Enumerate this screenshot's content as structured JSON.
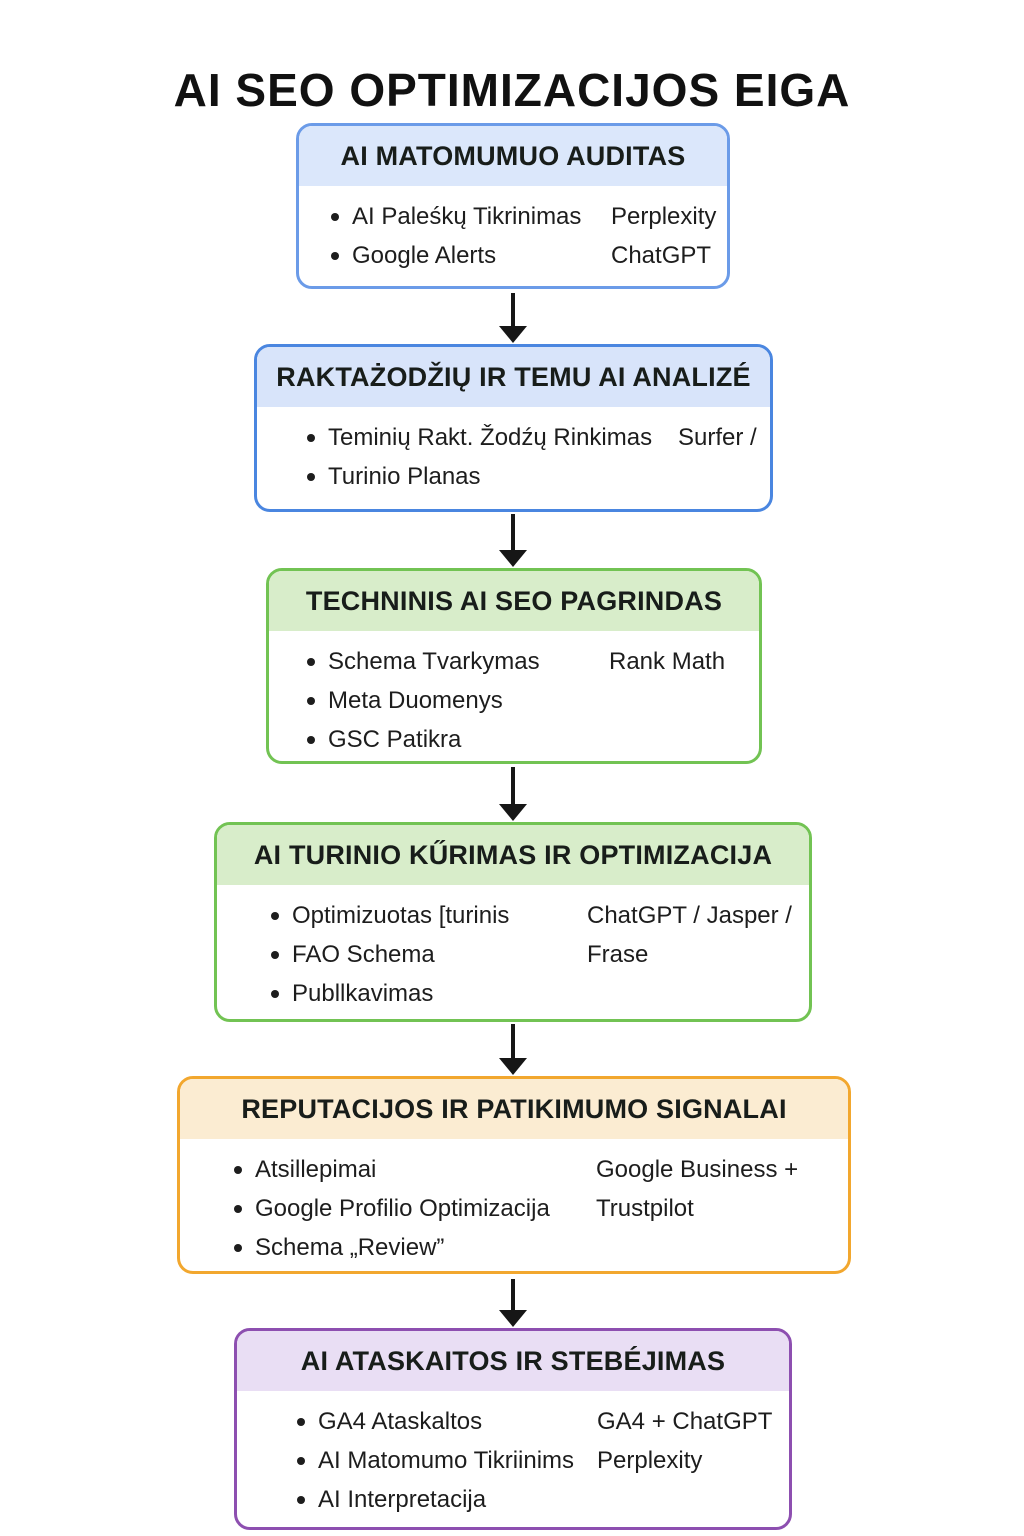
{
  "page": {
    "title": "AI SEO OPTIMIZACIJOS EIGA"
  },
  "colors": {
    "step1_border": "#6b9be8",
    "step1_header_bg": "#dbe7fb",
    "step2_border": "#4a86e0",
    "step2_header_bg": "#d8e4fa",
    "step3_border": "#72c353",
    "step3_header_bg": "#d8edca",
    "step4_border": "#72c353",
    "step4_header_bg": "#d8edca",
    "step5_border": "#f2a72e",
    "step5_header_bg": "#fbecd2",
    "step6_border": "#8d4fb0",
    "step6_header_bg": "#e9def4",
    "arrow": "#161616",
    "text": "#1d1d1d"
  },
  "steps": [
    {
      "title": "AI MATOMUMUO AUDITAS",
      "bullets": [
        "AI Paleśkų Tikrinimas",
        "Google Alerts"
      ],
      "tools": [
        "Perplexity",
        "ChatGPT"
      ]
    },
    {
      "title": "RAKTAŻODŽIŲ IR TEMU AI ANALIZÉ",
      "bullets": [
        "Teminių Rakt. Žodźų Rinkimas",
        "Turinio Planas"
      ],
      "tools": [
        "Surfer /"
      ]
    },
    {
      "title": "TECHNINIS AI SEO PAGRINDAS",
      "bullets": [
        "Schema Tvarkymas",
        "Meta Duomenys",
        "GSC Patikra"
      ],
      "tools": [
        "Rank Math"
      ]
    },
    {
      "title": "AI TURINIO KŰRIMAS IR OPTIMIZACIJA",
      "bullets": [
        "Optimizuotas [turinis",
        "FAO Schema",
        "Publlkavimas"
      ],
      "tools": [
        "ChatGPT / Jasper /",
        "Frase"
      ]
    },
    {
      "title": "REPUTACIJOS IR PATIKIMUMO SIGNALAI",
      "bullets": [
        "Atsillepimai",
        "Google Profilio Optimizacija",
        "Schema „Review”"
      ],
      "tools": [
        "Google Business +",
        "Trustpilot"
      ]
    },
    {
      "title": "AI ATASKAITOS IR STEBÉJIMAS",
      "bullets": [
        "GA4 Ataskaltos",
        "AI Matomumo Tikriinims",
        "AI Interpretacija"
      ],
      "tools": [
        "GA4 + ChatGPT",
        "Perplexity"
      ]
    }
  ]
}
